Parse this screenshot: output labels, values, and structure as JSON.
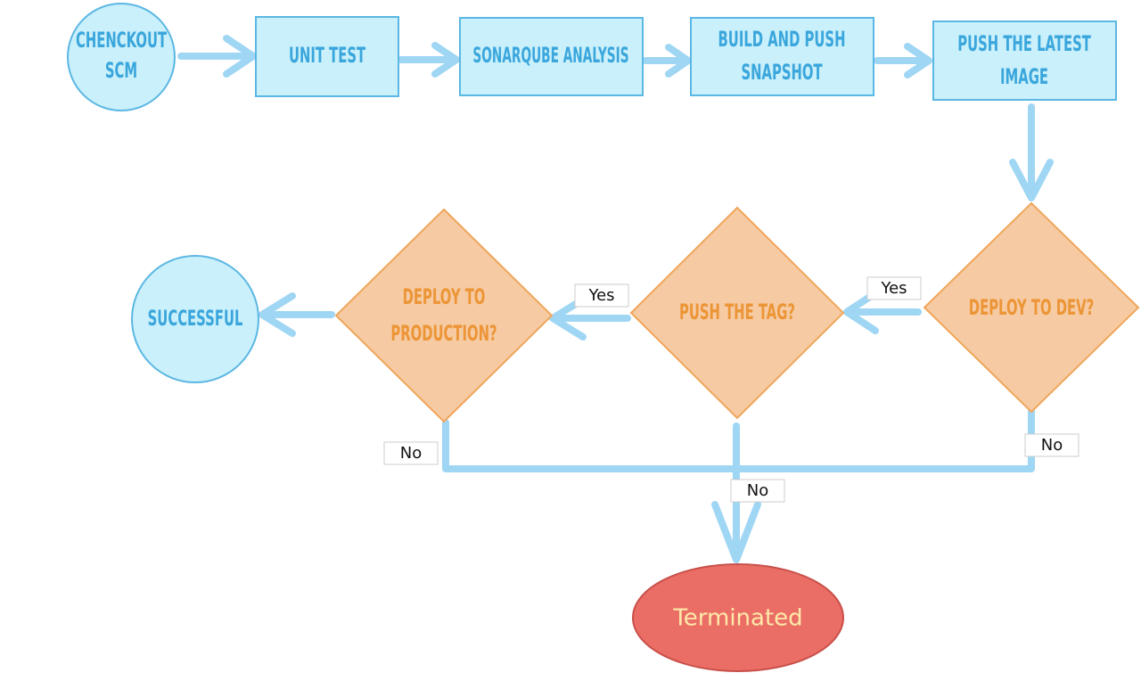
{
  "colors": {
    "process_fill": "#c9f0fb",
    "process_stroke": "#5bb7e3",
    "process_text": "#3aa6dc",
    "decision_fill": "#f6caa2",
    "decision_stroke": "#f0a65c",
    "decision_text": "#ec9536",
    "arrow": "#9fd6f4",
    "terminal_fill": "#ea6e66",
    "terminal_stroke": "#c9504a",
    "terminal_text": "#ffe9a8"
  },
  "nodes": {
    "checkout": {
      "line1": "CHENCKOUT",
      "line2": "SCM"
    },
    "unit_test": {
      "line1": "UNIT TEST"
    },
    "sonarqube": {
      "line1": "SONARQUBE ANALYSIS"
    },
    "build_push": {
      "line1": "BUILD AND PUSH",
      "line2": "SNAPSHOT"
    },
    "push_latest": {
      "line1": "PUSH THE LATEST",
      "line2": "IMAGE"
    },
    "deploy_dev": {
      "line1": "DEPLOY TO DEV?"
    },
    "push_tag": {
      "line1": "PUSH THE TAG?"
    },
    "deploy_prod": {
      "line1": "DEPLOY TO",
      "line2": "PRODUCTION?"
    },
    "successful": {
      "line1": "SUCCESSFUL"
    },
    "terminated": {
      "line1": "Terminated"
    }
  },
  "edge_labels": {
    "dev_yes": "Yes",
    "tag_yes": "Yes",
    "prod_no": "No",
    "tag_no": "No",
    "dev_no": "No"
  }
}
